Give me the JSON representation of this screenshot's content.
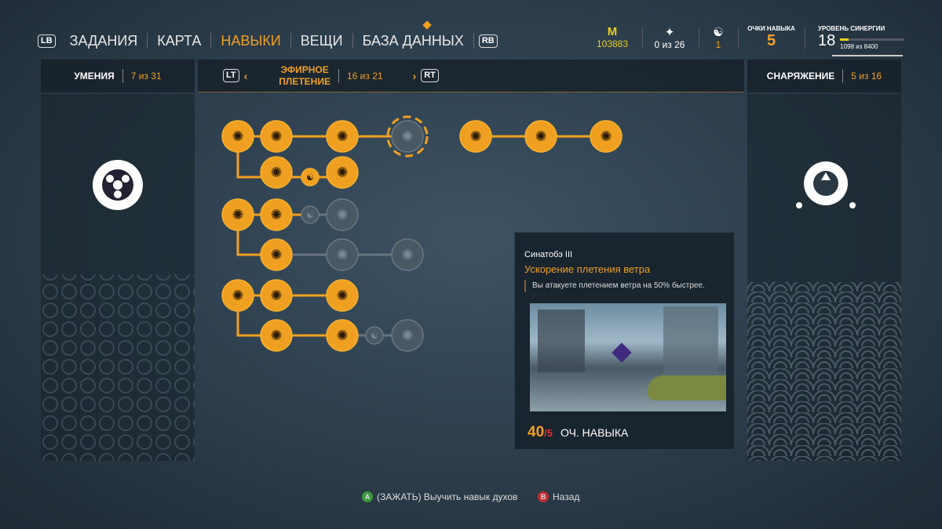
{
  "nav": {
    "lb": "LB",
    "rb": "RB",
    "tabs": [
      {
        "label": "ЗАДАНИЯ",
        "active": false
      },
      {
        "label": "КАРТА",
        "active": false
      },
      {
        "label": "НАВЫКИ",
        "active": true
      },
      {
        "label": "ВЕЩИ",
        "active": false
      },
      {
        "label": "БАЗА ДАННЫХ",
        "active": false
      }
    ]
  },
  "stats": {
    "currency_icon": "М",
    "currency": "103883",
    "spirits": "0 из 26",
    "magatama": "1",
    "skill_points_label": "ОЧКИ НАВЫКА",
    "skill_points": "5",
    "synergy_label": "УРОВЕНЬ СИНЕРГИИ",
    "synergy_level": "18",
    "synergy_xp": "1098 из 8400",
    "synergy_progress": 0.13
  },
  "subbar": {
    "left_label": "УМЕНИЯ",
    "left_count": "7 из 31",
    "lt": "LT",
    "rt": "RT",
    "center_label_1": "ЭФИРНОЕ",
    "center_label_2": "ПЛЕТЕНИЕ",
    "center_count": "16 из 21",
    "right_label": "СНАРЯЖЕНИЕ",
    "right_count": "5 из 16"
  },
  "tree": {
    "nodes": [
      "unlocked",
      "unlocked",
      "unlocked",
      "selected",
      "unlocked",
      "unlocked",
      "unlocked",
      "unlocked",
      "unlocked-small",
      "unlocked",
      "unlocked",
      "unlocked",
      "locked-small",
      "locked",
      "unlocked",
      "locked",
      "locked",
      "unlocked",
      "unlocked",
      "unlocked",
      "unlocked",
      "unlocked",
      "locked-small",
      "locked"
    ]
  },
  "tooltip": {
    "name": "Синатобэ III",
    "title": "Ускорение плетения ветра",
    "desc": "Вы атакуете плетением ветра на 50% быстрее.",
    "cost_have": "40",
    "cost_need": "/5",
    "cost_label": "ОЧ. НАВЫКА"
  },
  "hints": [
    {
      "button": "A",
      "label": "(ЗАЖАТЬ) Выучить навык духов",
      "color": "#3a9a3a"
    },
    {
      "button": "B",
      "label": "Назад",
      "color": "#c03030"
    }
  ]
}
